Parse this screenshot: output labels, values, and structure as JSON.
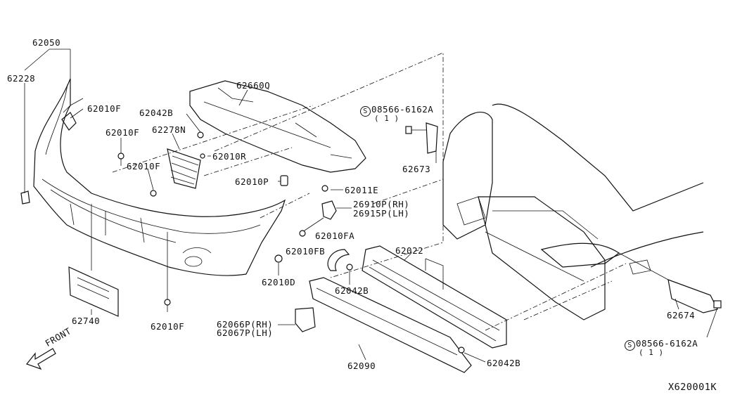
{
  "labels": {
    "p62050": "62050",
    "p62228": "62228",
    "p62010F_a": "62010F",
    "p62010F_b": "62010F",
    "p62010F_c": "62010F",
    "p62010F_d": "62010F",
    "p62042B_a": "62042B",
    "p62278N": "62278N",
    "p62010R": "62010R",
    "p62660Q": "62660Q",
    "p08566_top": "08566-6162A",
    "p08566_top_qty": "( 1 )",
    "p62673": "62673",
    "p62010P": "62010P",
    "p62011E": "62011E",
    "p26910P": "26910P(RH)",
    "p26915P": "26915P(LH)",
    "p62010FA": "62010FA",
    "p62010FB": "62010FB",
    "p62010D": "62010D",
    "p62022": "62022",
    "p62042B_b": "62042B",
    "p62740": "62740",
    "p62066P": "62066P(RH)",
    "p62067P": "62067P(LH)",
    "p62090": "62090",
    "p62042B_c": "62042B",
    "p62674": "62674",
    "p08566_bot": "08566-6162A",
    "p08566_bot_qty": "( 1 )",
    "front": "FRONT",
    "diagram_code": "X620001K",
    "s_symbol": "S"
  }
}
